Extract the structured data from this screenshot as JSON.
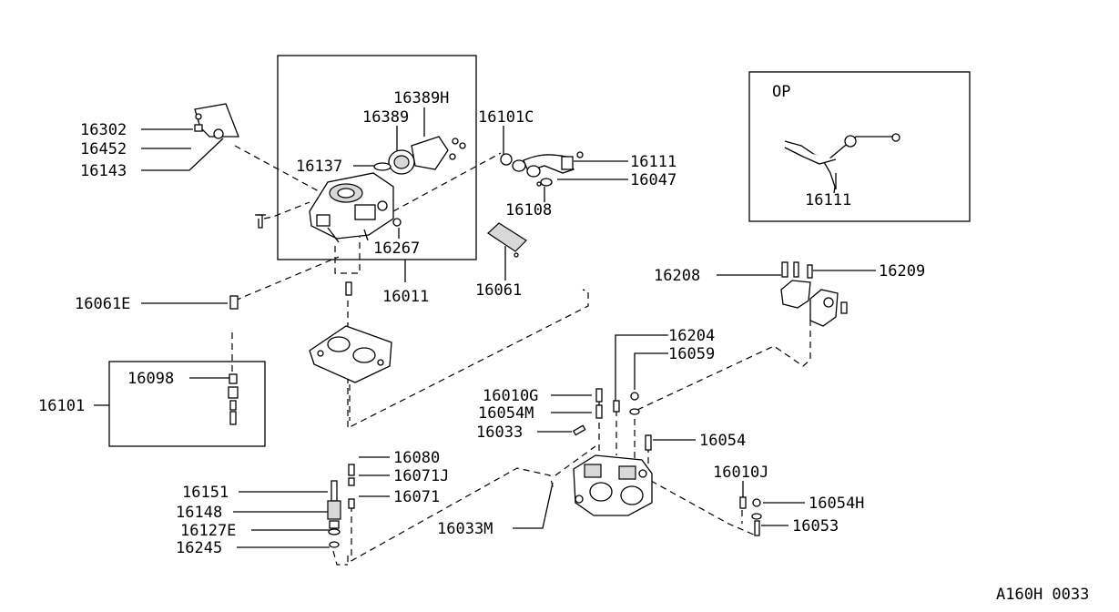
{
  "diagram": {
    "option_box_label": "OP",
    "reference_code": "A160H 0033",
    "part_labels": {
      "p16302": "16302",
      "p16452": "16452",
      "p16143": "16143",
      "p16137": "16137",
      "p16389": "16389",
      "p16389H": "16389H",
      "p16101C": "16101C",
      "p16111": "16111",
      "p16047": "16047",
      "p16108": "16108",
      "p16267": "16267",
      "p16011": "16011",
      "p16061": "16061",
      "p16061E": "16061E",
      "p16098": "16098",
      "p16101": "16101",
      "p16111op": "16111",
      "p16208": "16208",
      "p16209": "16209",
      "p16204": "16204",
      "p16059": "16059",
      "p16010G": "16010G",
      "p16054M": "16054M",
      "p16033": "16033",
      "p16054": "16054",
      "p16010J": "16010J",
      "p16054H": "16054H",
      "p16053": "16053",
      "p16080": "16080",
      "p16071J": "16071J",
      "p16071": "16071",
      "p16151": "16151",
      "p16148": "16148",
      "p16127E": "16127E",
      "p16245": "16245",
      "p16033M": "16033M"
    }
  }
}
